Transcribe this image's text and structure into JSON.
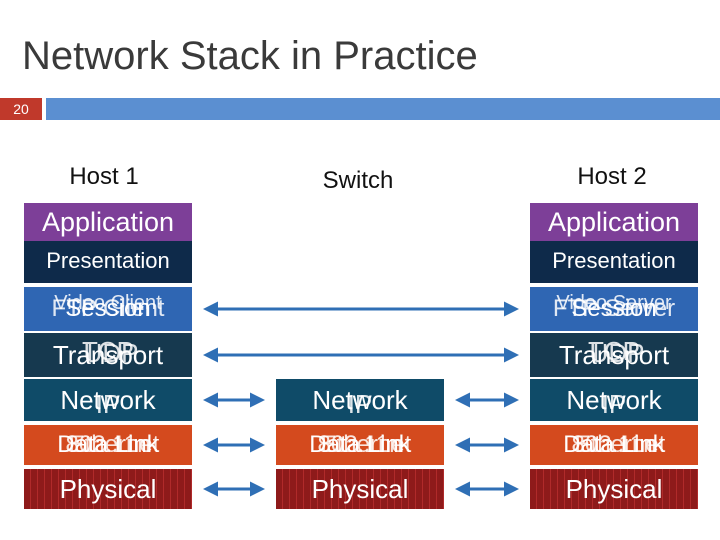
{
  "slide": {
    "title": "Network Stack in Practice",
    "number": "20"
  },
  "columns": {
    "host1": "Host 1",
    "switch": "Switch",
    "host2": "Host 2"
  },
  "host1": {
    "application": "Application",
    "presentation": "Presentation",
    "session": "Session",
    "session_overlay": "FTP Client",
    "session_overlay2": "Video Client",
    "transport": "Transport",
    "transport_overlay": "TCP",
    "transport_overlay2": "UDP",
    "network": "Network",
    "network_overlay": "IP",
    "datalink": "Data Link",
    "datalink_overlay": "802.11n",
    "datalink_overlay2": "Ethernet",
    "physical": "Physical"
  },
  "switch": {
    "network": "Network",
    "network_overlay": "IP",
    "datalink": "Data Link",
    "datalink_overlay": "802.11n",
    "datalink_overlay2": "Ethernet",
    "physical": "Physical"
  },
  "host2": {
    "application": "Application",
    "presentation": "Presentation",
    "session": "Session",
    "session_overlay": "FTP Server",
    "session_overlay2": "Video Server",
    "transport": "Transport",
    "transport_overlay": "TCP",
    "transport_overlay2": "UDP",
    "network": "Network",
    "network_overlay": "IP",
    "datalink": "Data Link",
    "datalink_overlay": "802.11n",
    "datalink_overlay2": "Ethernet",
    "physical": "Physical"
  },
  "colors": {
    "application": "#7d3f98",
    "presentation": "#0e2a4a",
    "session": "#2f66b3",
    "transport": "#16394f",
    "network": "#0f4b68",
    "datalink": "#d44a1e",
    "physical": "#8e1a1a",
    "arrow": "#2f6fb5",
    "title_bar": "#5b8fd1",
    "slide_number": "#c0392b"
  }
}
